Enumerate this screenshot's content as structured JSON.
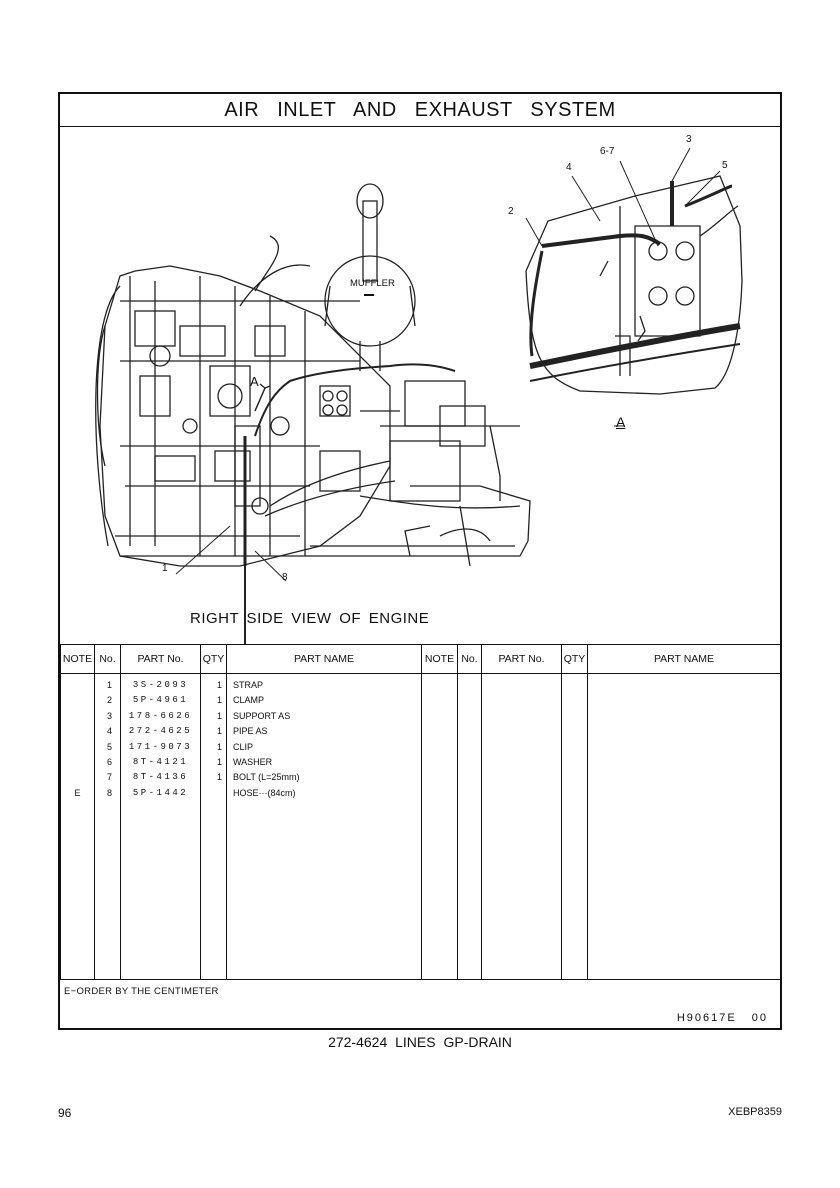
{
  "title": "AIR INLET AND EXHAUST SYSTEM",
  "illustration": {
    "caption": "RIGHT SIDE VIEW OF ENGINE",
    "muffler_label": "MUFFLER",
    "view_marker": "A",
    "detail_label": "A",
    "callouts": {
      "c1": "1",
      "c2": "2",
      "c3": "3",
      "c4": "4",
      "c5": "5",
      "c67": "6-7",
      "c8": "8"
    }
  },
  "table": {
    "headers": [
      "NOTE",
      "No.",
      "PART No.",
      "QTY",
      "PART NAME",
      "NOTE",
      "No.",
      "PART No.",
      "QTY",
      "PART NAME"
    ],
    "rows": [
      {
        "note": "",
        "no": "1",
        "part_no": "3S-2093",
        "qty": "1",
        "name": "STRAP"
      },
      {
        "note": "",
        "no": "2",
        "part_no": "5P-4961",
        "qty": "1",
        "name": "CLAMP"
      },
      {
        "note": "",
        "no": "3",
        "part_no": "178-6626",
        "qty": "1",
        "name": "SUPPORT AS"
      },
      {
        "note": "",
        "no": "4",
        "part_no": "272-4625",
        "qty": "1",
        "name": "PIPE AS"
      },
      {
        "note": "",
        "no": "5",
        "part_no": "171-9073",
        "qty": "1",
        "name": "CLIP"
      },
      {
        "note": "",
        "no": "6",
        "part_no": "8T-4121",
        "qty": "1",
        "name": "WASHER"
      },
      {
        "note": "",
        "no": "7",
        "part_no": "8T-4136",
        "qty": "1",
        "name": "BOLT (L=25mm)"
      },
      {
        "note": "E",
        "no": "8",
        "part_no": "5P-1442",
        "qty": "",
        "name": "HOSE···(84cm)"
      }
    ]
  },
  "footer": {
    "note": "E−ORDER BY THE CENTIMETER",
    "code": "H90617E  00"
  },
  "group_title": "272-4624  LINES GP-DRAIN",
  "page_number": "96",
  "document_code": "XEBP8359"
}
